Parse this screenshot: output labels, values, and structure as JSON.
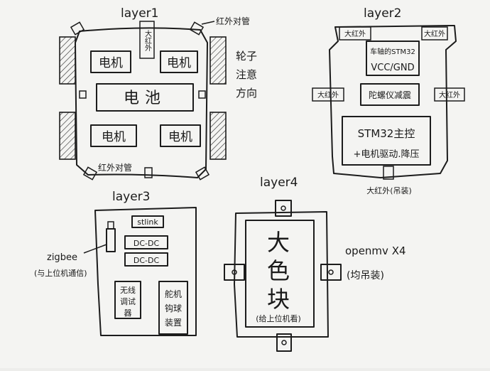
{
  "layer1": {
    "title": "layer1",
    "top_sensor_label": "大红外",
    "ir_pair_top_label": "红外对管",
    "ir_pair_bottom_label": "红外对管",
    "wheel_note": [
      "轮子",
      "注意",
      "方向"
    ],
    "motor_label": "电机",
    "battery_label": "电池"
  },
  "layer2": {
    "title": "layer2",
    "corner_label": "大红外",
    "converter_label": "车轴的STM32",
    "vcc_label": "VCC/GND",
    "gyro_label": "陀螺仪减震",
    "main_board_line1": "STM32主控",
    "main_board_line2": "+电机驱动.降压",
    "bottom_label": "大红外(吊装)"
  },
  "layer3": {
    "title": "layer3",
    "stlink_label": "stlink",
    "dcdc_label": "DC-DC",
    "zigbee_label": "zigbee",
    "zigbee_note": "(与上位机通信)",
    "wireless_label": [
      "无线",
      "调试",
      "器"
    ],
    "servo_label": [
      "舵机",
      "钩球",
      "装置"
    ]
  },
  "layer4": {
    "title": "layer4",
    "block_chars": [
      "大",
      "色",
      "块"
    ],
    "block_note": "(给上位机看)",
    "openmv_label": "openmv X4",
    "openmv_note": "(均吊装)"
  }
}
